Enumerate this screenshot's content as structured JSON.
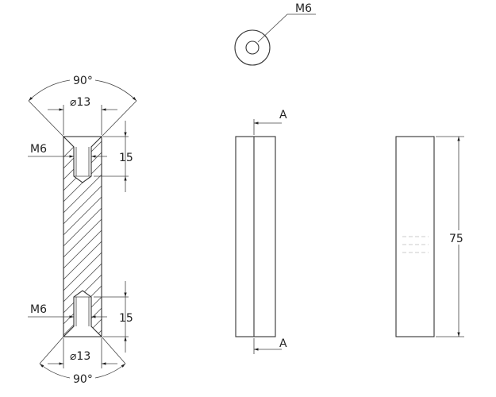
{
  "top_view": {
    "thread_label": "M6"
  },
  "section_view": {
    "top": {
      "angle_label": "90°",
      "diameter_label": "⌀13",
      "depth_label": "15",
      "thread_label": "M6"
    },
    "bottom": {
      "angle_label": "90°",
      "diameter_label": "⌀13",
      "depth_label": "15",
      "thread_label": "M6"
    }
  },
  "front_view": {
    "section_label_top": "A",
    "section_label_bottom": "A"
  },
  "side_view": {
    "length_label": "75"
  }
}
